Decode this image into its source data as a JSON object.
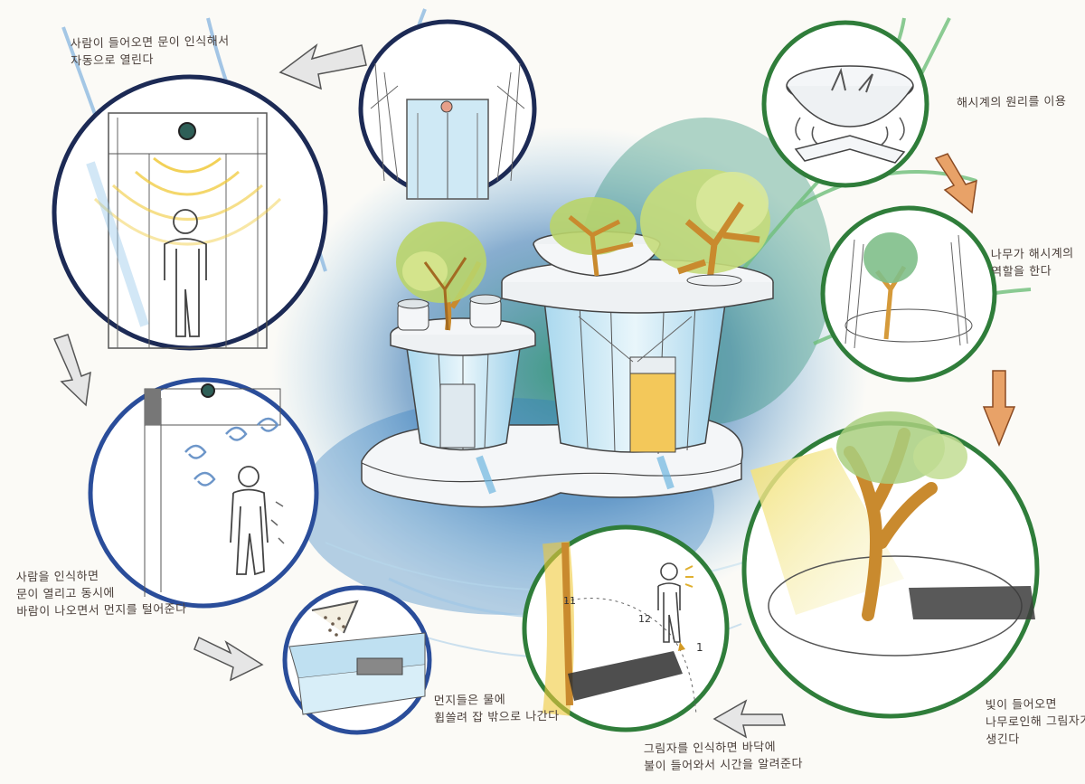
{
  "notes": {
    "door_open": [
      "사람이 들어오면 문이 인식해서",
      "자동으로 열린다"
    ],
    "sundial_wheel": [
      "해시계의 원리를 이용"
    ],
    "tree_role": [
      "나무가 해시계의",
      "역할을 한다"
    ],
    "dust_blow": [
      "사람을 인식하면",
      "문이 열리고 동시에",
      "바람이 나오면서 먼지를 털어준다"
    ],
    "dust_drain": [
      "먼지들은 물에",
      "휩쓸려 잡 밖으로 나간다"
    ],
    "shadow_time": [
      "그림자를 인식하면 바닥에",
      "불이 들어와서 시간을 알려준다"
    ],
    "light_shadow": [
      "빛이 들어오면",
      "나무로인해 그림자가",
      "생긴다"
    ]
  },
  "dial_labels": [
    "11",
    "12",
    "1"
  ],
  "colors": {
    "navy_ring": "#1c2a55",
    "blue_ring": "#2a4d9a",
    "green_ring": "#2f7d3a",
    "teal_wash": "#1f8a6e",
    "leaf": "#b9d46a",
    "trunk": "#c98a2e",
    "glass": "#bfe3f2",
    "arrow_grey": "#8b8b8b",
    "arrow_orange": "#d07a3a"
  }
}
